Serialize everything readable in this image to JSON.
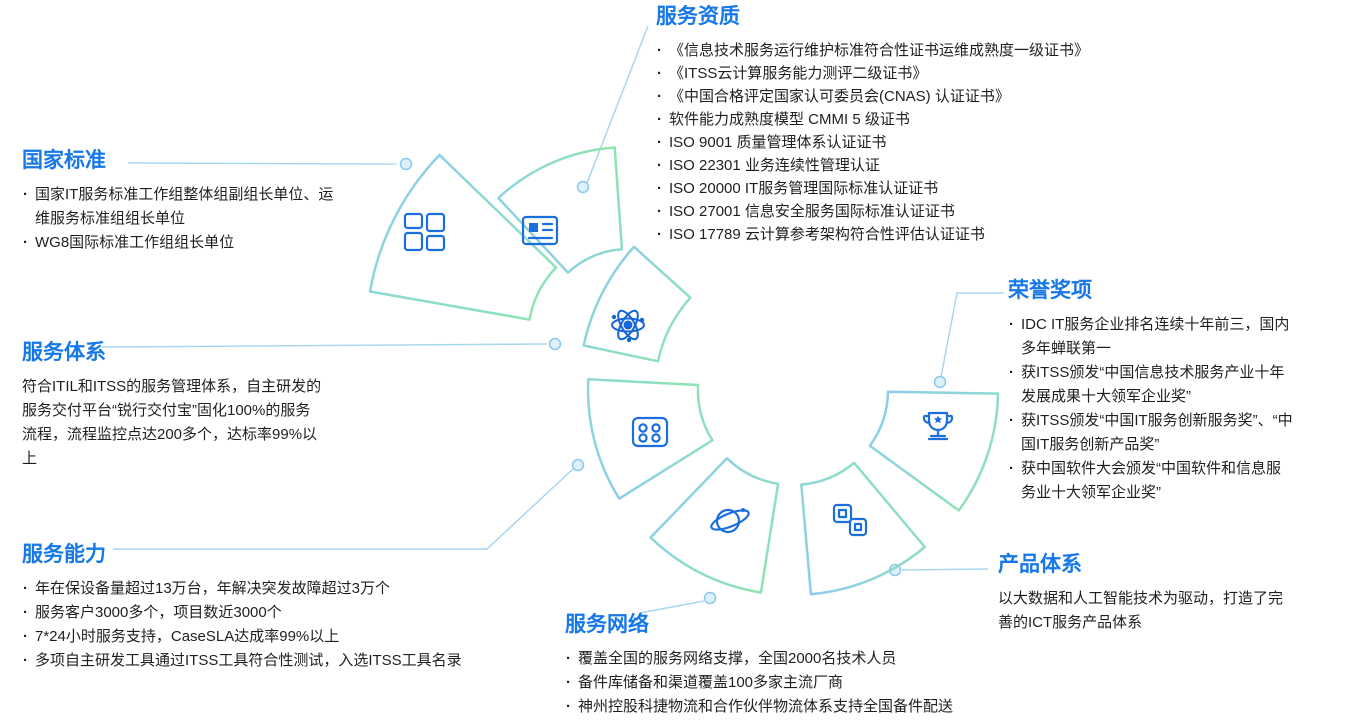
{
  "colors": {
    "heading": "#1678e8",
    "body_text": "#1f1f1f",
    "segment_blue": "#8ccbf2",
    "segment_green": "#8fe6ad",
    "icon_blue": "#1b6ede",
    "connector": "#a9d6ef",
    "dot_fill": "#ddf0fb",
    "dot_stroke": "#8cc8ea"
  },
  "icons": {
    "center": "atom-network-icon",
    "ring": [
      "grid-tiles-icon",
      "news-document-icon",
      "app-grid-icon",
      "planet-icon",
      "boxes-dice-icon",
      "trophy-icon"
    ]
  },
  "sections": {
    "national_standards": {
      "title": "国家标准",
      "items": [
        "国家IT服务标准工作组整体组副组长单位、运维服务标准组组长单位",
        "WG8国际标准工作组组长单位"
      ]
    },
    "qualifications": {
      "title": "服务资质",
      "items": [
        "《信息技术服务运行维护标准符合性证书运维成熟度一级证书》",
        "《ITSS云计算服务能力测评二级证书》",
        "《中国合格评定国家认可委员会(CNAS) 认证证书》",
        "软件能力成熟度模型 CMMI 5 级证书",
        "ISO 9001 质量管理体系认证证书",
        "ISO 22301 业务连续性管理认证",
        "ISO 20000 IT服务管理国际标准认证证书",
        "ISO 27001 信息安全服务国际标准认证证书",
        "ISO 17789 云计算参考架构符合性评估认证证书"
      ]
    },
    "honors": {
      "title": "荣誉奖项",
      "items": [
        "IDC IT服务企业排名连续十年前三，国内多年蝉联第一",
        "获ITSS颁发“中国信息技术服务产业十年发展成果十大领军企业奖”",
        "获ITSS颁发“中国IT服务创新服务奖”、“中国IT服务创新产品奖”",
        "获中国软件大会颁发“中国软件和信息服务业十大领军企业奖”"
      ]
    },
    "service_system": {
      "title": "服务体系",
      "body": "符合ITIL和ITSS的服务管理体系，自主研发的服务交付平台“锐行交付宝”固化100%的服务流程，流程监控点达200多个，达标率99%以上"
    },
    "capability": {
      "title": "服务能力",
      "items": [
        "年在保设备量超过13万台，年解决突发故障超过3万个",
        "服务客户3000多个，项目数近3000个",
        "7*24小时服务支持，CaseSLA达成率99%以上",
        "多项自主研发工具通过ITSS工具符合性测试，入选ITSS工具名录"
      ]
    },
    "network": {
      "title": "服务网络",
      "items": [
        "覆盖全国的服务网络支撑，全国2000名技术人员",
        "备件库储备和渠道覆盖100多家主流厂商",
        "神州控股科捷物流和合作伙伴物流体系支持全国备件配送"
      ]
    },
    "products": {
      "title": "产品体系",
      "body": "以大数据和人工智能技术为驱动，打造了完善的ICT服务产品体系"
    }
  }
}
